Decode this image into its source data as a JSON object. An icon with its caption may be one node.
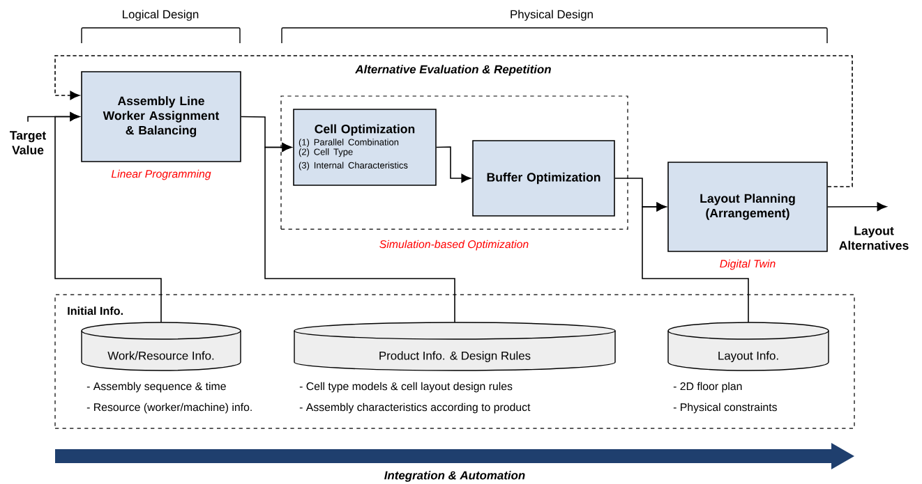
{
  "diagram": {
    "nodes": [
      {
        "text": [
          "Target Value"
        ]
      },
      {
        "text": [
          "Assembly Line Worker Assignment & Balancing"
        ],
        "beside": [
          "Linear Programming"
        ]
      },
      {
        "text": [],
        "shape": "box",
        "beside": [
          "Simulation-based Optimization"
        ]
      },
      {
        "text": [
          "Cell Optimization",
          "(1) Parallel Combination",
          "(2) Cell Type",
          "(3) Internal Characteristics"
        ],
        "in": 2
      },
      {
        "text": [
          "Buffer Optimization"
        ],
        "in": 2
      },
      {
        "text": [
          "Layout Planning (Arrangement)"
        ],
        "beside": [
          "Digital Twin"
        ]
      },
      {
        "text": [
          "Layout Alternatives"
        ]
      },
      {
        "text": [
          "Initial Info."
        ]
      },
      {
        "text": [
          "Work/Resource Info."
        ],
        "in": 7,
        "beside": [
          "- Assembly sequence & time",
          "- Resource (worker/machine) info."
        ]
      },
      {
        "text": [
          "Product Info. & Design Rules"
        ],
        "in": 7,
        "beside": [
          "- Cell type models & cell layout design rules",
          "- Assembly characteristics according to product"
        ]
      },
      {
        "text": [
          "Layout Info."
        ],
        "in": 7,
        "beside": [
          "- 2D floor plan",
          "- Physical constraints"
        ]
      }
    ],
    "edges": [
      {
        "from": 0,
        "to": 1,
        "arrow": "to"
      },
      {
        "from": 8,
        "to": 1,
        "arrow": "to"
      },
      {
        "from": 1,
        "to": 3,
        "arrow": "to"
      },
      {
        "from": 9,
        "to": 3,
        "arrow": "to"
      },
      {
        "from": 3,
        "to": 4,
        "arrow": "to"
      },
      {
        "from": 4,
        "to": 5,
        "arrow": "to"
      },
      {
        "from": 10,
        "to": 5,
        "arrow": "to"
      },
      {
        "from": 5,
        "to": 6,
        "arrow": "to"
      },
      {
        "from": 5,
        "to": 1,
        "arrow": "to",
        "style": "dashed",
        "label": "Alternative Evaluation & Repetition"
      }
    ],
    "labels": [
      "Logical Design",
      "Physical Design",
      "Integration & Automation"
    ]
  }
}
